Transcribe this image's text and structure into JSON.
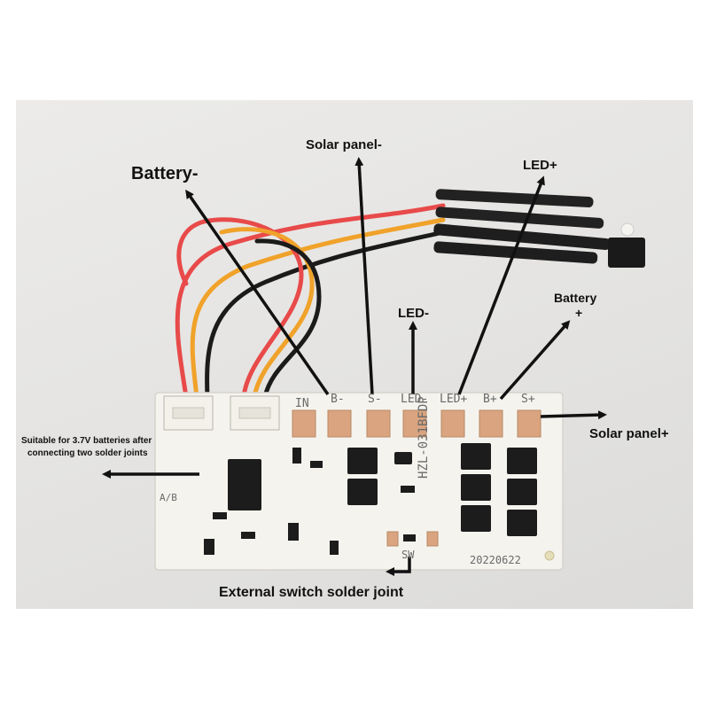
{
  "labels": {
    "battery_neg": "Battery-",
    "solar_neg": "Solar panel-",
    "led_pos": "LED+",
    "led_neg": "LED-",
    "battery_pos_line1": "Battery",
    "battery_pos_line2": "+",
    "solar_pos": "Solar panel+",
    "battery_note_line1": "Suitable for 3.7V batteries after",
    "battery_note_line2": "connecting two solder joints",
    "external_switch": "External switch solder joint"
  },
  "pcb": {
    "pads": [
      "IN",
      "B-",
      "S-",
      "LED-",
      "LED+",
      "B+",
      "S+"
    ],
    "model": "HZL-031BFDP",
    "date_code": "20220622",
    "switch_label": "SW",
    "jumper_label": "A/B"
  },
  "colors": {
    "board": "#f5f3ee",
    "pad_copper": "#d9a47f",
    "wire_red": "#e84a4a",
    "wire_orange": "#f0a22a",
    "wire_black": "#1b1b1b"
  }
}
